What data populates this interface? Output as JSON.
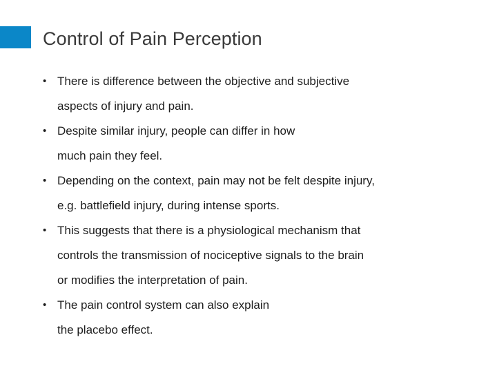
{
  "slide": {
    "title": "Control of Pain Perception",
    "accent_color": "#0b87c8",
    "background_color": "#ffffff",
    "text_color": "#1d1d1d",
    "title_color": "#3a3a3a",
    "bullet_marker": "•",
    "bullets": [
      {
        "lines": [
          "There is difference between the objective and subjective",
          "aspects of injury and pain."
        ]
      },
      {
        "lines": [
          "Despite similar injury, people can differ in how",
          "much pain they feel."
        ]
      },
      {
        "lines": [
          "Depending on the context, pain may not be felt despite injury,",
          "e.g. battlefield injury, during intense sports."
        ]
      },
      {
        "lines": [
          "This suggests that there is a physiological mechanism that",
          "controls the transmission of nociceptive signals to the brain",
          "or modifies the interpretation of pain."
        ]
      },
      {
        "lines": [
          "The pain control system can also explain",
          "the placebo effect."
        ]
      }
    ]
  }
}
